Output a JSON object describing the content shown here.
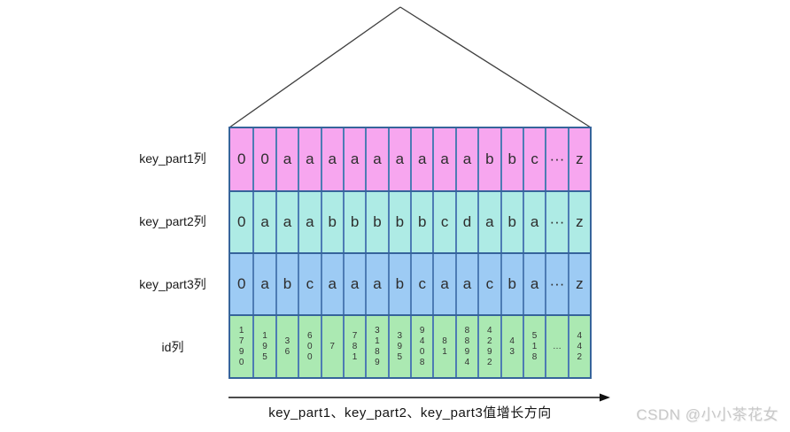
{
  "table": {
    "row_labels": [
      "key_part1列",
      "key_part2列",
      "key_part3列",
      "id列"
    ],
    "rows": [
      {
        "name": "key_part1",
        "cells": [
          "0",
          "0",
          "a",
          "a",
          "a",
          "a",
          "a",
          "a",
          "a",
          "a",
          "a",
          "b",
          "b",
          "c",
          "···",
          "z"
        ]
      },
      {
        "name": "key_part2",
        "cells": [
          "0",
          "a",
          "a",
          "a",
          "b",
          "b",
          "b",
          "b",
          "b",
          "c",
          "d",
          "a",
          "b",
          "a",
          "···",
          "z"
        ]
      },
      {
        "name": "key_part3",
        "cells": [
          "0",
          "a",
          "b",
          "c",
          "a",
          "a",
          "a",
          "b",
          "c",
          "a",
          "a",
          "c",
          "b",
          "a",
          "···",
          "z"
        ]
      },
      {
        "name": "id",
        "cells": [
          "1790",
          "195",
          "36",
          "600",
          "7",
          "781",
          "3189",
          "395",
          "9408",
          "81",
          "8894",
          "4292",
          "43",
          "518",
          "…",
          "442"
        ]
      }
    ]
  },
  "growth_arrow": {
    "caption": "key_part1、key_part2、key_part3值增长方向"
  },
  "watermark": {
    "text": "CSDN @小小茶花女"
  },
  "colors": {
    "row-fill-1": "#f7a6ef",
    "row-fill-2": "#aeebe5",
    "row-fill-3": "#9dcbf4",
    "row-fill-4": "#abe9b2",
    "cell-border": "#4d7cb4",
    "row-border": "#36649b",
    "triangle-stroke": "#3f3f3f",
    "arrow-stroke": "#111111",
    "label-color": "#1a1a1a",
    "cell-text": "#2d2d2d",
    "watermark-color": "#c8c8c8"
  }
}
